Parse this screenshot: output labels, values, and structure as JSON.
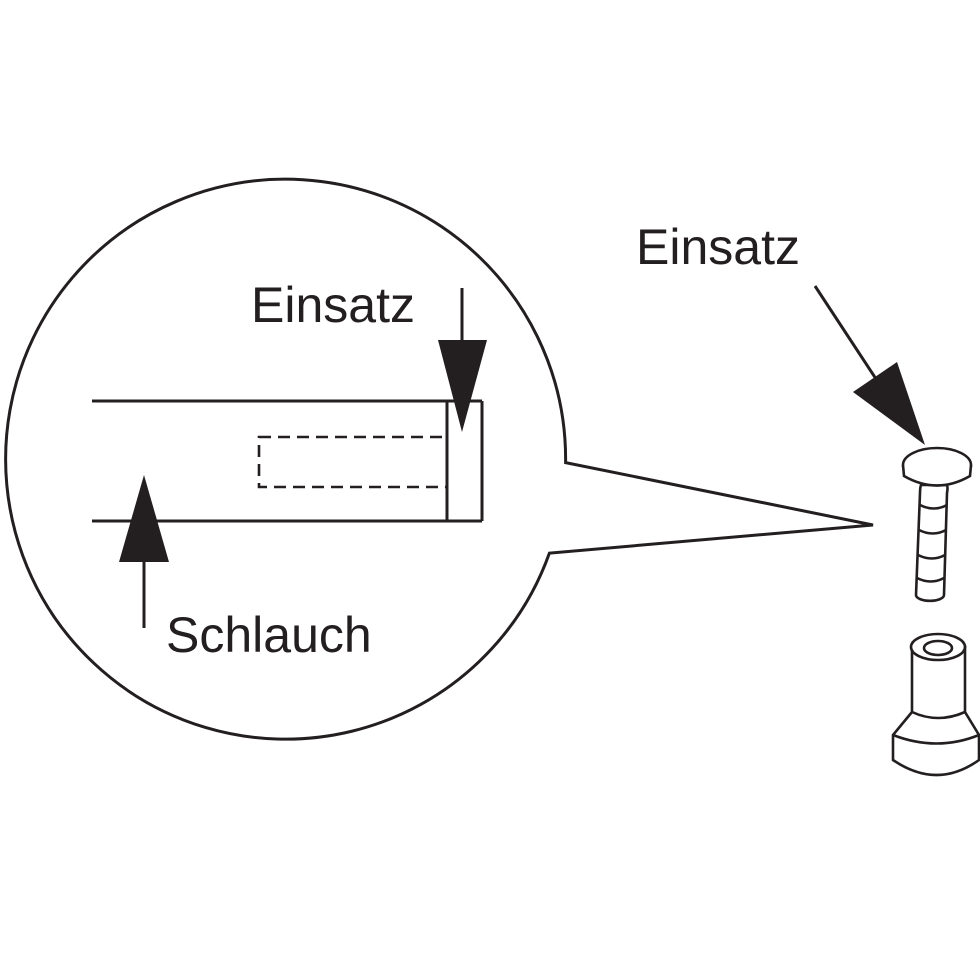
{
  "labels": {
    "insert_zoom": "Einsatz",
    "hose": "Schlauch",
    "insert_parts": "Einsatz"
  },
  "colors": {
    "line": "#231f20",
    "background": "#ffffff"
  }
}
